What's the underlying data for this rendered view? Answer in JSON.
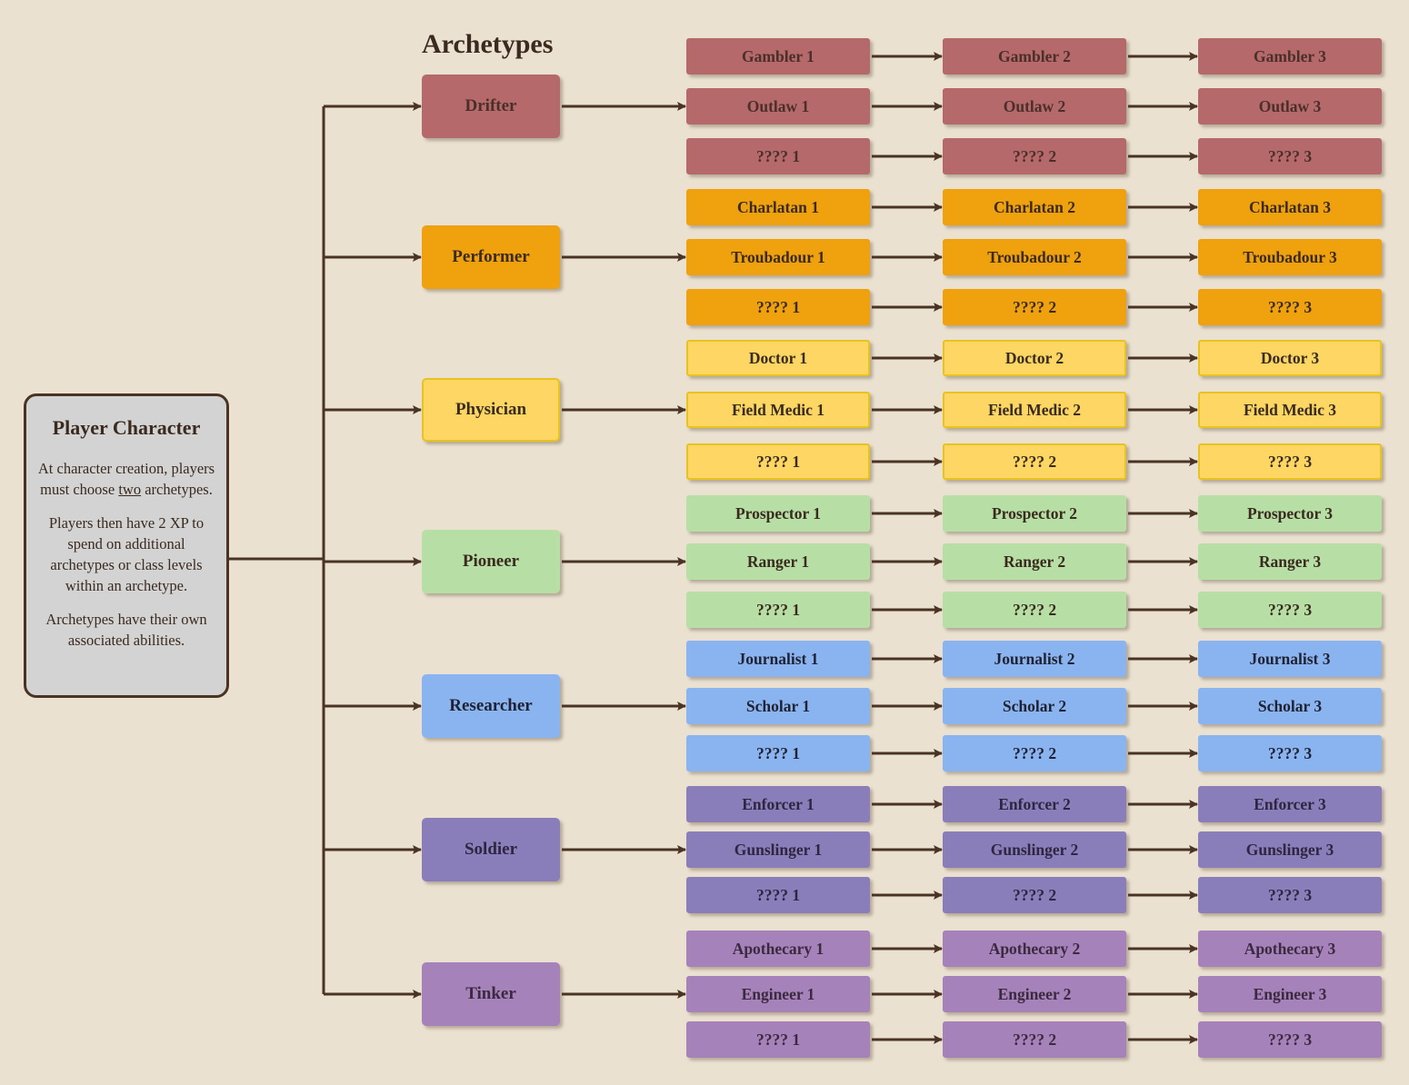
{
  "player_character": {
    "title": "Player Character",
    "para1_before": "At character creation, players must choose ",
    "para1_emphasis": "two",
    "para1_after": " archetypes.",
    "para2": "Players then have 2 XP to spend on additional archetypes or class levels within an archetype.",
    "para3": "Archetypes have their own associated abilities."
  },
  "heading": "Archetypes",
  "archetypes": [
    {
      "name": "Drifter",
      "color": "#B5696A",
      "border": "#B5696A",
      "text_color": "#4A2F2A",
      "classes": [
        [
          "Gambler 1",
          "Gambler 2",
          "Gambler 3"
        ],
        [
          "Outlaw 1",
          "Outlaw 2",
          "Outlaw 3"
        ],
        [
          "???? 1",
          "???? 2",
          "???? 3"
        ]
      ]
    },
    {
      "name": "Performer",
      "color": "#EFA10E",
      "border": "#EFA10E",
      "text_color": "#3A2A1F",
      "classes": [
        [
          "Charlatan 1",
          "Charlatan 2",
          "Charlatan 3"
        ],
        [
          "Troubadour 1",
          "Troubadour 2",
          "Troubadour 3"
        ],
        [
          "???? 1",
          "???? 2",
          "???? 3"
        ]
      ]
    },
    {
      "name": "Physician",
      "color": "#FDD663",
      "border": "#E8C320",
      "text_color": "#3A2A1F",
      "classes": [
        [
          "Doctor 1",
          "Doctor 2",
          "Doctor 3"
        ],
        [
          "Field Medic 1",
          "Field Medic 2",
          "Field Medic 3"
        ],
        [
          "???? 1",
          "???? 2",
          "???? 3"
        ]
      ]
    },
    {
      "name": "Pioneer",
      "color": "#B7DFA5",
      "border": "#B7DFA5",
      "text_color": "#3A2A1F",
      "classes": [
        [
          "Prospector 1",
          "Prospector 2",
          "Prospector 3"
        ],
        [
          "Ranger 1",
          "Ranger 2",
          "Ranger 3"
        ],
        [
          "???? 1",
          "???? 2",
          "???? 3"
        ]
      ]
    },
    {
      "name": "Researcher",
      "color": "#8AB4F0",
      "border": "#8AB4F0",
      "text_color": "#1F2233",
      "classes": [
        [
          "Journalist 1",
          "Journalist 2",
          "Journalist 3"
        ],
        [
          "Scholar 1",
          "Scholar 2",
          "Scholar 3"
        ],
        [
          "???? 1",
          "???? 2",
          "???? 3"
        ]
      ]
    },
    {
      "name": "Soldier",
      "color": "#8A7EBA",
      "border": "#8A7EBA",
      "text_color": "#2E2640",
      "classes": [
        [
          "Enforcer 1",
          "Enforcer 2",
          "Enforcer 3"
        ],
        [
          "Gunslinger 1",
          "Gunslinger 2",
          "Gunslinger 3"
        ],
        [
          "???? 1",
          "???? 2",
          "???? 3"
        ]
      ]
    },
    {
      "name": "Tinker",
      "color": "#A682BA",
      "border": "#A682BA",
      "text_color": "#3A2A3F",
      "classes": [
        [
          "Apothecary 1",
          "Apothecary 2",
          "Apothecary 3"
        ],
        [
          "Engineer 1",
          "Engineer 2",
          "Engineer 3"
        ],
        [
          "???? 1",
          "???? 2",
          "???? 3"
        ]
      ]
    }
  ],
  "line_color": "#4A3323"
}
